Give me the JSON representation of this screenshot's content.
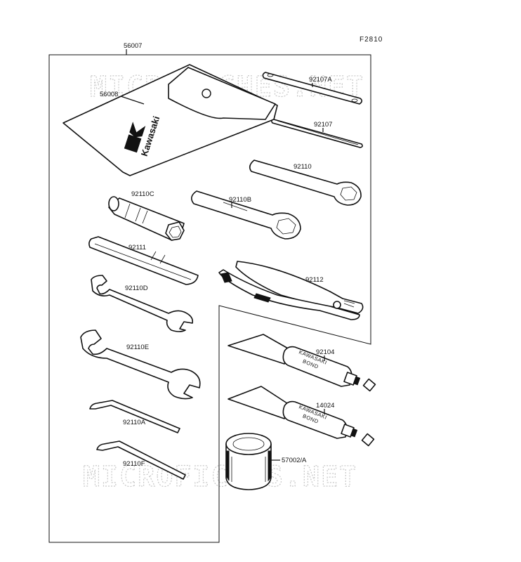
{
  "figure_code": "F2810",
  "watermark_text": "MICROFICHES.NET",
  "brand_logo_text": "Kawasaki",
  "tube_label_line1": "KAWASAKI",
  "tube_label_line2": "BOND",
  "labels": {
    "p56007": "56007",
    "p56008": "56008",
    "p92107A": "92107A",
    "p92107": "92107",
    "p92110": "92110",
    "p92110C": "92110C",
    "p92110B": "92110B",
    "p92111": "92111",
    "p92112": "92112",
    "p92110D": "92110D",
    "p92110E": "92110E",
    "p92104": "92104",
    "p14024": "14024",
    "p92110A": "92110A",
    "p92110F": "92110F",
    "p57002A": "57002/A"
  }
}
